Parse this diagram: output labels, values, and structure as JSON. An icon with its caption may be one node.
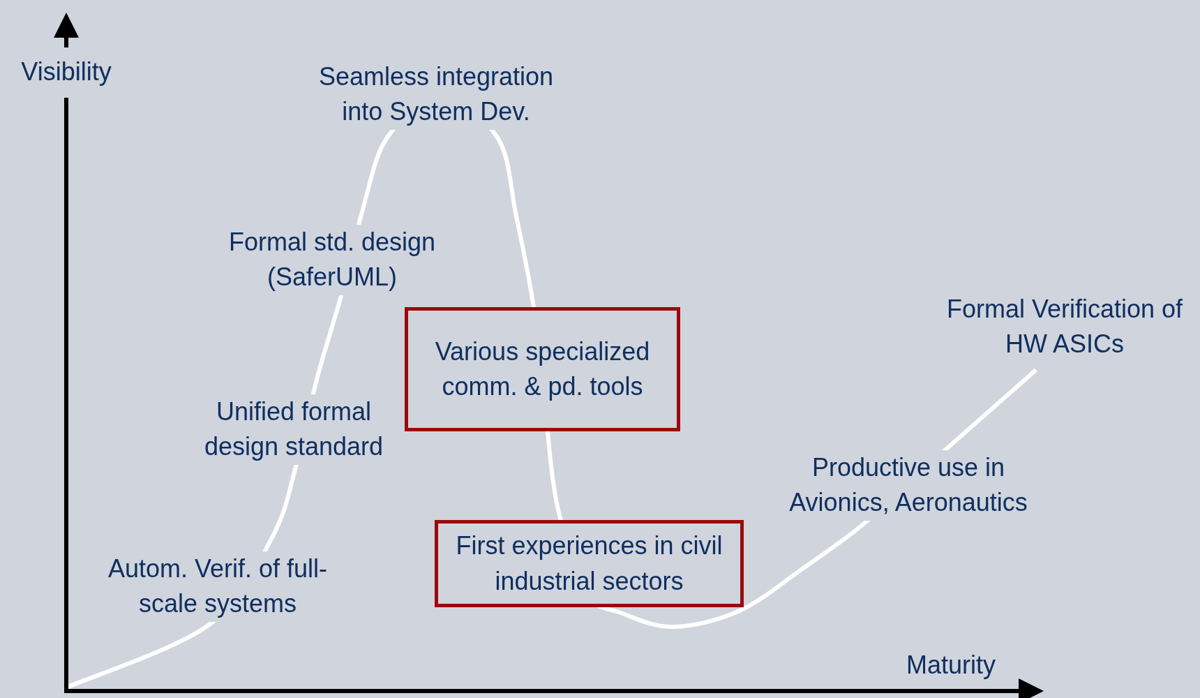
{
  "diagram": {
    "nodes": [
      {
        "text": [
          "Various specialized comm. & pd. tools"
        ]
      },
      {
        "text": [
          "First experiences in civil industrial sectors"
        ]
      }
    ],
    "labels": [
      "Visibility",
      "Seamless integration into System Dev.",
      "Formal std. design (SaferUML)",
      "Formal Verification of HW ASICs",
      "Unified formal design standard",
      "Productive use in Avionics, Aeronautics",
      "Autom. Verif. of full-scale systems",
      "Maturity"
    ]
  }
}
